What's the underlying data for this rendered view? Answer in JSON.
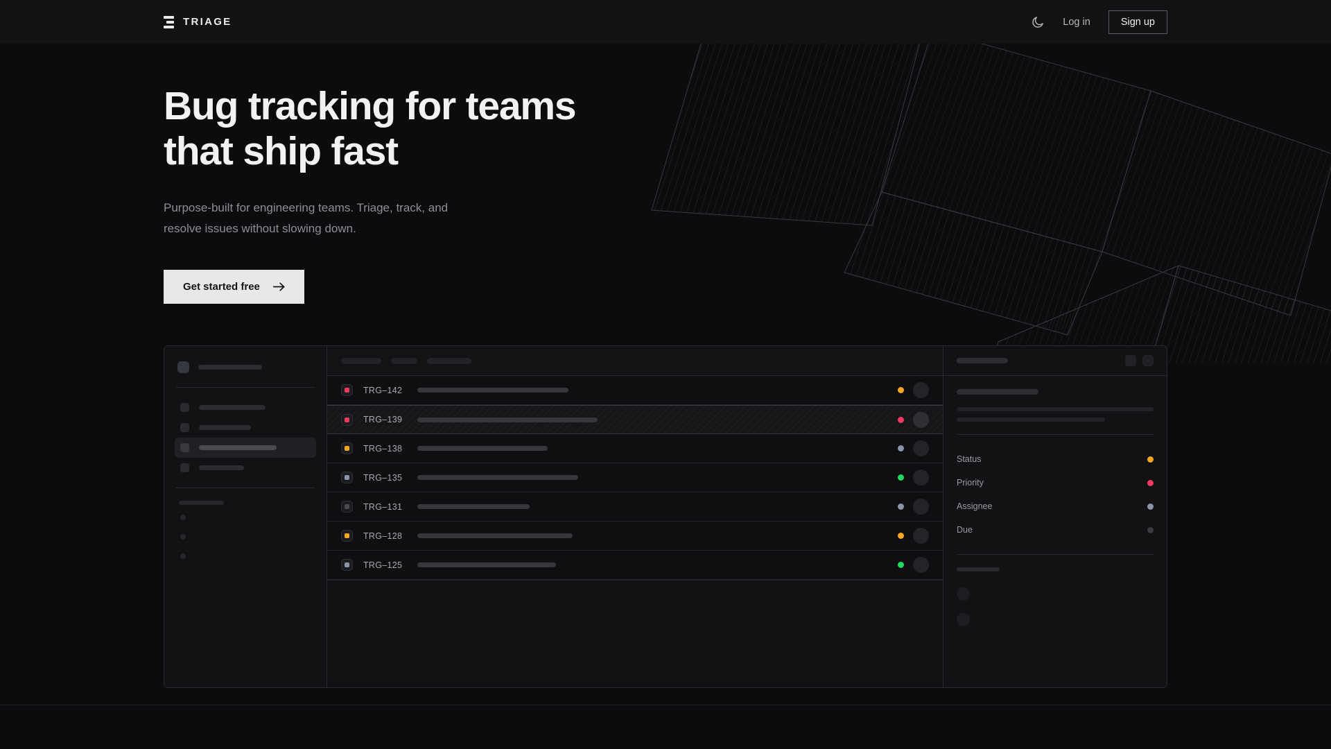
{
  "nav": {
    "brand": "TRIAGE",
    "theme_toggle_icon": "moon-icon",
    "login_label": "Log in",
    "signup_label": "Sign up"
  },
  "hero": {
    "headline": "Bug tracking for teams\nthat ship fast",
    "subtitle": "Purpose-built for engineering teams. Triage, track, and\nresolve issues without slowing down.",
    "cta_label": "Get started free",
    "cta_icon": "arrow-right-icon"
  },
  "app_mockup": {
    "sidebar": {
      "logo_skeleton_width": 92,
      "items": [
        {
          "skeleton_width": 96,
          "active": false
        },
        {
          "skeleton_width": 75,
          "active": false
        },
        {
          "skeleton_width": 112,
          "active": true
        },
        {
          "skeleton_width": 65,
          "active": false
        }
      ],
      "section_label_width": 65,
      "mini_items": 3
    },
    "toolbar": {
      "chips": [
        58,
        38,
        64
      ]
    },
    "issues": {
      "rows": [
        {
          "id": "TRG–142",
          "priority_color": "#ef3b5e",
          "title_width": 218,
          "status_color": "#f5a623",
          "selected": false
        },
        {
          "id": "TRG–139",
          "priority_color": "#ef3b5e",
          "title_width": 260,
          "status_color": "#ef3b5e",
          "selected": true
        },
        {
          "id": "TRG–138",
          "priority_color": "#f5a623",
          "title_width": 188,
          "status_color": "#8a94ab",
          "selected": false
        },
        {
          "id": "TRG–135",
          "priority_color": "#8a94ab",
          "title_width": 232,
          "status_color": "#1fd95f",
          "selected": false
        },
        {
          "id": "TRG–131",
          "priority_color": "#4a4a51",
          "title_width": 162,
          "status_color": "#8a94ab",
          "selected": false
        },
        {
          "id": "TRG–128",
          "priority_color": "#f5a623",
          "title_width": 224,
          "status_color": "#f5a623",
          "selected": false
        },
        {
          "id": "TRG–125",
          "priority_color": "#8a94ab",
          "title_width": 200,
          "status_color": "#1fd95f",
          "selected": false
        }
      ]
    },
    "detail": {
      "header_skeleton_width": 74,
      "header_buttons": 2,
      "title_skeleton_width": 118,
      "body_lines": [
        284,
        214
      ],
      "fields": [
        {
          "label": "Status",
          "color": "#f5a623"
        },
        {
          "label": "Priority",
          "color": "#ef3b5e"
        },
        {
          "label": "Assignee",
          "color": "#8a94ab"
        },
        {
          "label": "Due",
          "color": "#3a3a40"
        }
      ],
      "comments_label_width": 62,
      "comment_avatars": 2
    }
  },
  "theme": {
    "page_background": "#0c0c0e",
    "nav_background": "#121214",
    "panel_background": "#111113",
    "border": "#2b2b2f",
    "text_primary": "#f2f2f3",
    "text_muted": "#8e8e93",
    "accent_orange": "#f5a623",
    "accent_pink": "#ef3b5e",
    "accent_green": "#1fd95f",
    "accent_slate": "#8a94ab",
    "cta_background": "#e8e8e8"
  }
}
